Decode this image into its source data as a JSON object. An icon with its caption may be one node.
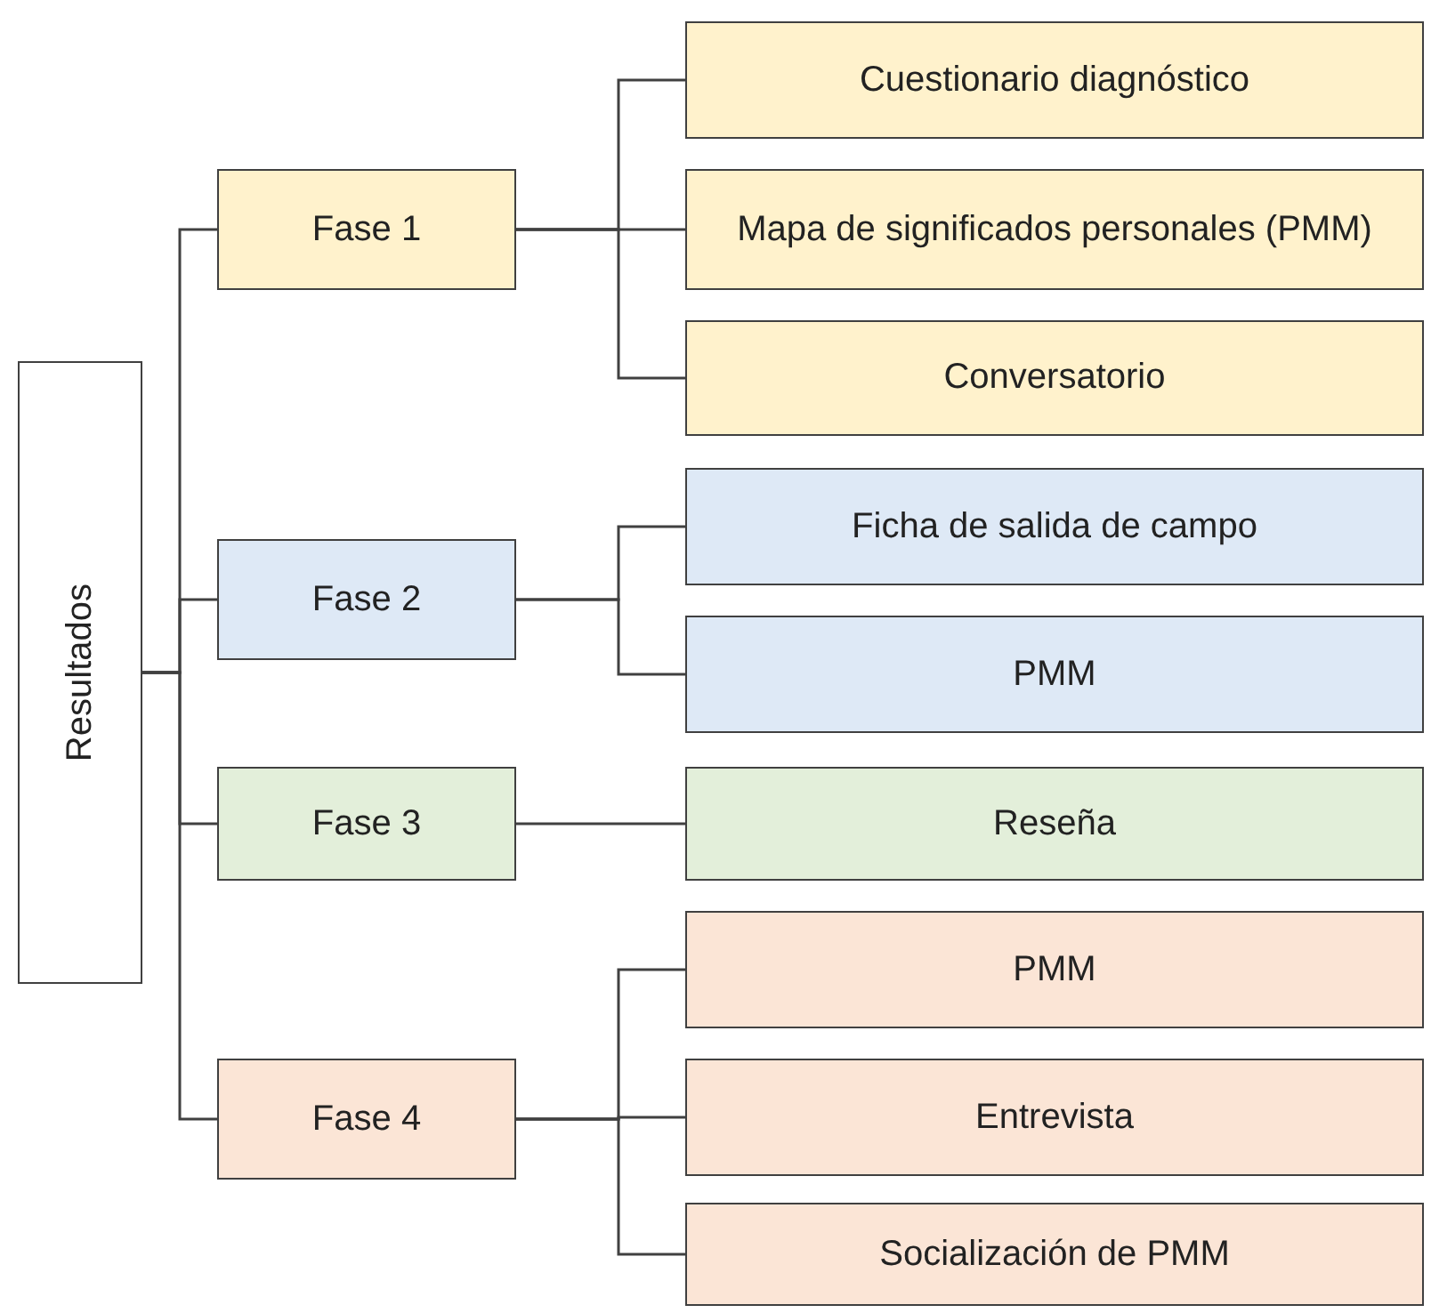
{
  "diagram": {
    "nodes": [
      {
        "text": [
          "Resultados"
        ]
      },
      {
        "text": [
          "Fase 1"
        ]
      },
      {
        "text": [
          "Cuestionario diagnóstico"
        ]
      },
      {
        "text": [
          "Mapa de significados personales (PMM)"
        ]
      },
      {
        "text": [
          "Conversatorio"
        ]
      },
      {
        "text": [
          "Fase 2"
        ]
      },
      {
        "text": [
          "Ficha de salida de campo"
        ]
      },
      {
        "text": [
          "PMM"
        ]
      },
      {
        "text": [
          "Fase 3"
        ]
      },
      {
        "text": [
          "Reseña"
        ]
      },
      {
        "text": [
          "Fase 4"
        ]
      },
      {
        "text": [
          "PMM"
        ]
      },
      {
        "text": [
          "Entrevista"
        ]
      },
      {
        "text": [
          "Socialización de PMM"
        ]
      }
    ],
    "edges": [
      {
        "from": 0,
        "to": 1,
        "arrow": "none"
      },
      {
        "from": 0,
        "to": 5,
        "arrow": "none"
      },
      {
        "from": 0,
        "to": 8,
        "arrow": "none"
      },
      {
        "from": 0,
        "to": 10,
        "arrow": "none"
      },
      {
        "from": 1,
        "to": 2,
        "arrow": "none"
      },
      {
        "from": 1,
        "to": 3,
        "arrow": "none"
      },
      {
        "from": 1,
        "to": 4,
        "arrow": "none"
      },
      {
        "from": 5,
        "to": 6,
        "arrow": "none"
      },
      {
        "from": 5,
        "to": 7,
        "arrow": "none"
      },
      {
        "from": 8,
        "to": 9,
        "arrow": "none"
      },
      {
        "from": 10,
        "to": 11,
        "arrow": "none"
      },
      {
        "from": 10,
        "to": 12,
        "arrow": "none"
      },
      {
        "from": 10,
        "to": 13,
        "arrow": "none"
      }
    ]
  }
}
